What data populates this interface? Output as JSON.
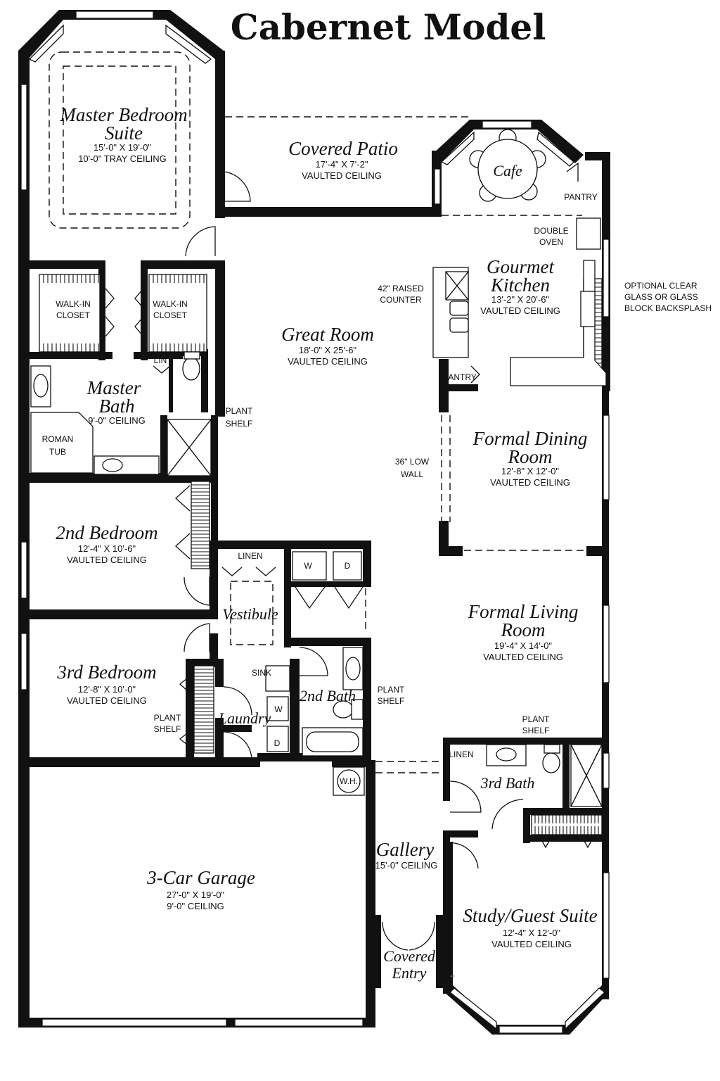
{
  "title": "Cabernet Model",
  "rooms": {
    "master_bedroom": {
      "name_line1": "Master Bedroom",
      "name_line2": "Suite",
      "dims": "15'-0\" X 19'-0\"",
      "ceiling": "10'-0\" TRAY CEILING"
    },
    "covered_patio": {
      "name": "Covered Patio",
      "dims": "17'-4\" X 7'-2\"",
      "ceiling": "VAULTED CEILING"
    },
    "cafe": {
      "name": "Cafe"
    },
    "gourmet_kitchen": {
      "name_line1": "Gourmet",
      "name_line2": "Kitchen",
      "dims": "13'-2\" X 20'-6\"",
      "ceiling": "VAULTED CEILING"
    },
    "great_room": {
      "name": "Great Room",
      "dims": "18'-0\" X 25'-6\"",
      "ceiling": "VAULTED CEILING"
    },
    "master_bath": {
      "name_line1": "Master",
      "name_line2": "Bath",
      "ceiling": "9'-0\" CEILING"
    },
    "formal_dining": {
      "name_line1": "Formal Dining",
      "name_line2": "Room",
      "dims": "12'-8\" X 12'-0\"",
      "ceiling": "VAULTED CEILING"
    },
    "second_bedroom": {
      "name": "2nd Bedroom",
      "dims": "12'-4\" X 10'-6\"",
      "ceiling": "VAULTED CEILING"
    },
    "vestibule": {
      "name": "Vestibule"
    },
    "formal_living": {
      "name_line1": "Formal Living",
      "name_line2": "Room",
      "dims": "19'-4\" X 14'-0\"",
      "ceiling": "VAULTED CEILING"
    },
    "third_bedroom": {
      "name": "3rd Bedroom",
      "dims": "12'-8\" X 10'-0\"",
      "ceiling": "VAULTED CEILING"
    },
    "second_bath": {
      "name": "2nd Bath"
    },
    "laundry": {
      "name": "Laundry"
    },
    "third_bath": {
      "name": "3rd Bath"
    },
    "gallery": {
      "name": "Gallery",
      "ceiling": "15'-0\" CEILING"
    },
    "garage": {
      "name": "3-Car Garage",
      "dims": "27'-0\" X 19'-0\"",
      "ceiling": "9'-0\" CEILING"
    },
    "study": {
      "name": "Study/Guest Suite",
      "dims": "12'-4\" X 12'-0\"",
      "ceiling": "VAULTED CEILING"
    },
    "covered_entry": {
      "name_line1": "Covered",
      "name_line2": "Entry"
    }
  },
  "labels": {
    "walk_in_closet_a": [
      "WALK-IN",
      "CLOSET"
    ],
    "walk_in_closet_b": [
      "WALK-IN",
      "CLOSET"
    ],
    "pantry_kitchen": "PANTRY",
    "pantry_lower": "PANTRY",
    "double_oven": [
      "DOUBLE",
      "OVEN"
    ],
    "raised_counter": [
      "42\" RAISED",
      "COUNTER"
    ],
    "backsplash": [
      "OPTIONAL CLEAR",
      "GLASS OR GLASS",
      "BLOCK BACKSPLASH"
    ],
    "lin": "LIN",
    "roman_tub": [
      "ROMAN",
      "TUB"
    ],
    "plant_shelf_a": [
      "PLANT",
      "SHELF"
    ],
    "low_wall": [
      "36\" LOW",
      "WALL"
    ],
    "linen_a": "LINEN",
    "plant_shelf_b": [
      "PLANT",
      "SHELF"
    ],
    "plant_shelf_c": [
      "PLANT",
      "SHELF"
    ],
    "plant_shelf_d": [
      "PLANT",
      "SHELF"
    ],
    "sink": "SINK",
    "linen_b": "LINEN",
    "wh": "W.H.",
    "washer": "W",
    "dryer": "D",
    "washer_up": "W",
    "dryer_up": "D"
  }
}
